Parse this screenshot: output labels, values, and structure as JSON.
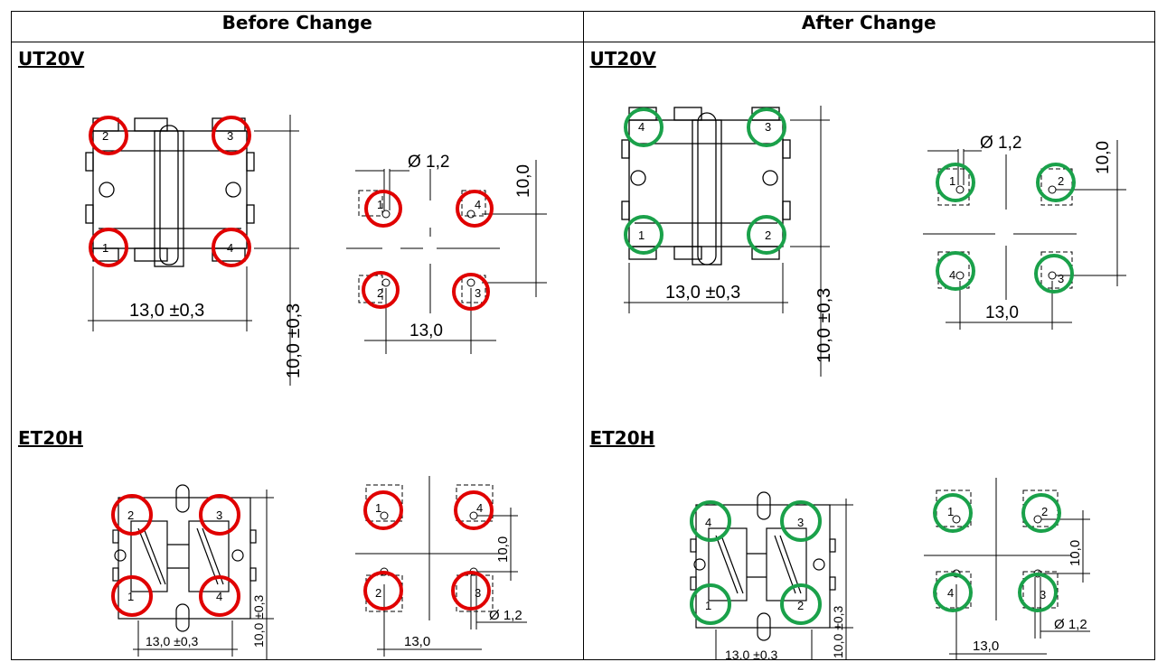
{
  "table": {
    "columns": [
      "Before Change",
      "After Change"
    ]
  },
  "products": [
    "UT20V",
    "ET20H"
  ],
  "dims": {
    "hole": "Ø 1,2",
    "pitch_v": "10,0",
    "pitch_h": "13,0",
    "body_w": "13,0 ±0,3",
    "body_h": "10,0 ±0,3"
  },
  "pins": {
    "before": {
      "body_tl": "2",
      "body_tr": "3",
      "body_bl": "1",
      "body_br": "4",
      "fp_tl": "1",
      "fp_tr": "4",
      "fp_bl": "2",
      "fp_br": "3"
    },
    "after": {
      "body_tl": "4",
      "body_tr": "3",
      "body_bl": "1",
      "body_br": "2",
      "fp_tl": "1",
      "fp_tr": "2",
      "fp_bl": "4",
      "fp_br": "3"
    }
  },
  "colors": {
    "before_marker": "#e00000",
    "after_marker": "#1aa14a"
  }
}
